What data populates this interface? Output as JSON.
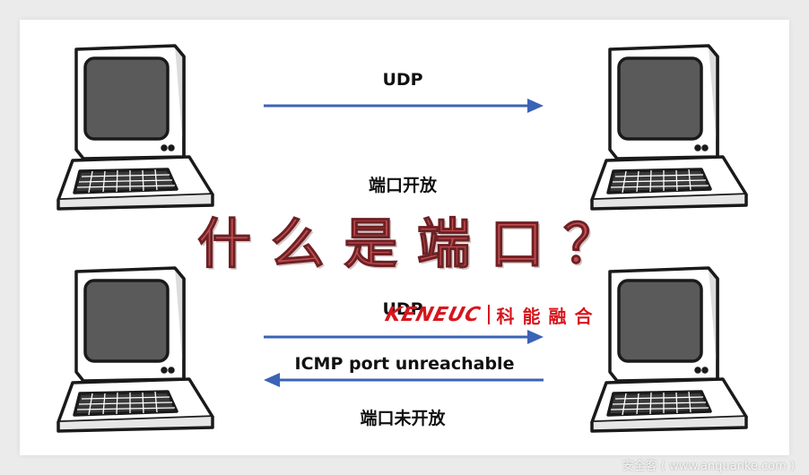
{
  "top_panel": {
    "arrow_label": "UDP",
    "status": "端口开放"
  },
  "bottom_panel": {
    "arrow_label_forward": "UDP",
    "arrow_label_back": "ICMP port unreachable",
    "status": "端口未开放"
  },
  "headline": [
    "什",
    "么",
    "是",
    "端",
    "口",
    "？"
  ],
  "brand": {
    "logo": "KENEUC",
    "name_cn": "科能融合"
  },
  "watermark": "安全客 ( www.anquanke.com )",
  "colors": {
    "arrow": "#3b63b5",
    "headline": "#c24d50",
    "brand": "#d6161d"
  },
  "icons": [
    "computer-terminal-icon"
  ]
}
